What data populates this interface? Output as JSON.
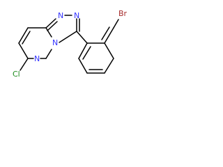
{
  "molecule": {
    "atoms": {
      "n1": {
        "label": "N",
        "color": "#3333ff"
      },
      "n2": {
        "label": "N",
        "color": "#3333ff"
      },
      "n3": {
        "label": "N",
        "color": "#3333ff"
      },
      "n4": {
        "label": "N",
        "color": "#3333ff"
      },
      "br": {
        "label": "Br",
        "color": "#a52a2a"
      },
      "cl": {
        "label": "Cl",
        "color": "#1e8c1e"
      }
    },
    "bond_color": "#000000"
  }
}
